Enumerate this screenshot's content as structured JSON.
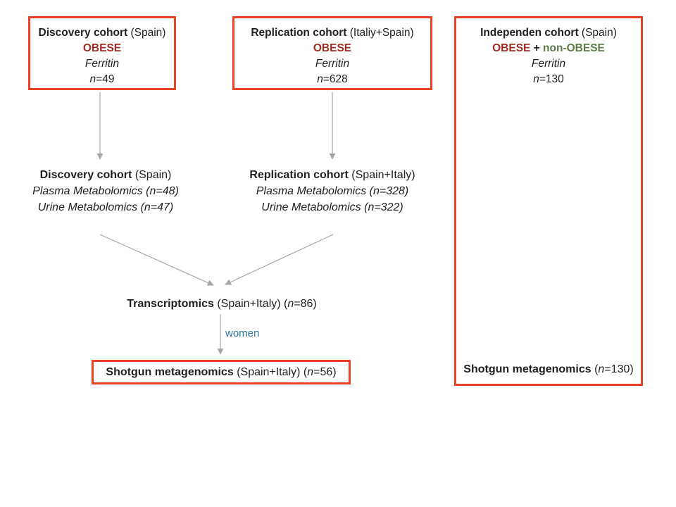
{
  "colors": {
    "box_border": "#E84123",
    "obese_red": "#A02C21",
    "non_obese_green": "#5A7D46",
    "arrow_gray": "#A6A6A6",
    "women_blue": "#2E74A6"
  },
  "boxes": {
    "discovery": {
      "title_bold": "Discovery cohort",
      "title_rest": " (Spain)",
      "line2": "OBESE",
      "line3": "Ferritin",
      "n_italic": "n",
      "n_rest": "=49"
    },
    "replication": {
      "title_bold": "Replication cohort",
      "title_rest": " (Italiy+Spain)",
      "line2": "OBESE",
      "line3": "Ferritin",
      "n_italic": "n",
      "n_rest": "=628"
    },
    "independent": {
      "title_bold": "Independen cohort",
      "title_rest": " (Spain)",
      "obese": "OBESE",
      "plus": " + ",
      "non_obese": "non-OBESE",
      "line3": "Ferritin",
      "n_italic": "n",
      "n_rest": "=130",
      "shotgun_bold": "Shotgun metagenomics",
      "shotgun_open": " (",
      "shotgun_n": "n",
      "shotgun_rest": "=130)"
    }
  },
  "mid_blocks": {
    "discovery": {
      "title_bold": "Discovery cohort",
      "title_rest": " (Spain)",
      "plasma": "Plasma Metabolomics (n=48)",
      "urine": "Urine Metabolomics (n=47)"
    },
    "replication": {
      "title_bold": "Replication cohort",
      "title_rest": " (Spain+Italy)",
      "plasma": "Plasma Metabolomics (n=328)",
      "urine": "Urine Metabolomics (n=322)"
    }
  },
  "transcriptomics": {
    "bold": "Transcriptomics",
    "open": " (Spain+Italy) (",
    "n_italic": "n",
    "rest": "=86)"
  },
  "women_label": "women",
  "shotgun_box": {
    "bold": "Shotgun metagenomics",
    "open": " (Spain+Italy) (",
    "n_italic": "n",
    "rest": "=56)"
  },
  "diagram": {
    "edges": [
      {
        "from": "discovery-cohort-box",
        "to": "discovery-metabolomics",
        "label": ""
      },
      {
        "from": "replication-cohort-box",
        "to": "replication-metabolomics",
        "label": ""
      },
      {
        "from": "discovery-metabolomics",
        "to": "transcriptomics",
        "label": ""
      },
      {
        "from": "replication-metabolomics",
        "to": "transcriptomics",
        "label": ""
      },
      {
        "from": "transcriptomics",
        "to": "shotgun-metagenomics-box",
        "label": "women"
      },
      {
        "from": "independent-cohort-header",
        "to": "independent-shotgun-metagenomics",
        "label": ""
      }
    ]
  }
}
